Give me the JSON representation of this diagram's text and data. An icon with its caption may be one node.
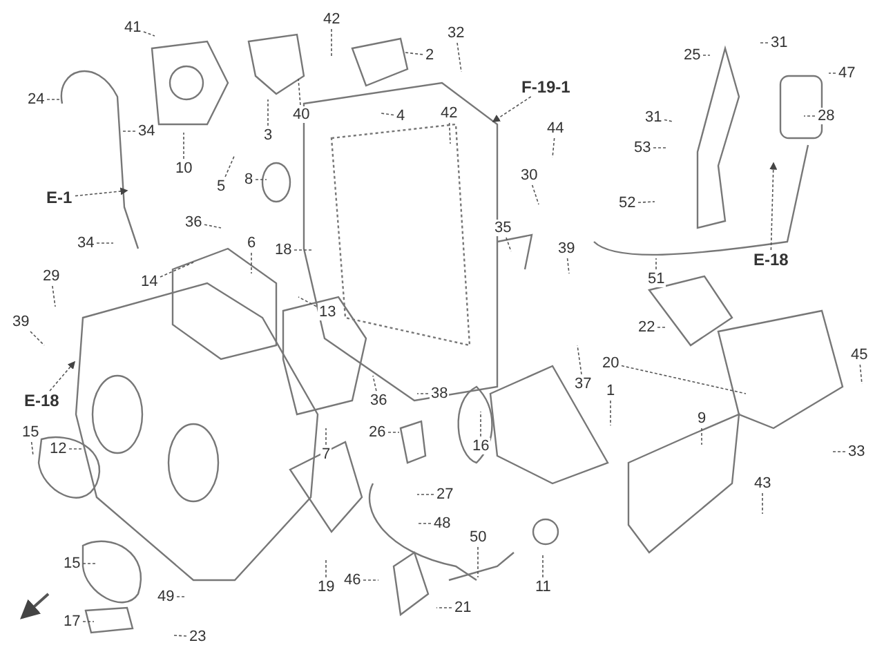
{
  "diagram": {
    "nodes": [
      {
        "text": [
          "41"
        ]
      },
      {
        "text": [
          "42"
        ]
      },
      {
        "text": [
          "2"
        ]
      },
      {
        "text": [
          "32"
        ]
      },
      {
        "text": [
          "25"
        ]
      },
      {
        "text": [
          "31"
        ]
      },
      {
        "text": [
          "47"
        ]
      },
      {
        "text": [
          "F-19-1"
        ]
      },
      {
        "text": [
          "24"
        ]
      },
      {
        "text": [
          "34"
        ]
      },
      {
        "text": [
          "3"
        ]
      },
      {
        "text": [
          "40"
        ]
      },
      {
        "text": [
          "4"
        ]
      },
      {
        "text": [
          "42"
        ]
      },
      {
        "text": [
          "28"
        ]
      },
      {
        "text": [
          "31"
        ]
      },
      {
        "text": [
          "44"
        ]
      },
      {
        "text": [
          "53"
        ]
      },
      {
        "text": [
          "10"
        ]
      },
      {
        "text": [
          "5"
        ]
      },
      {
        "text": [
          "8"
        ]
      },
      {
        "text": [
          "30"
        ]
      },
      {
        "text": [
          "E-1"
        ]
      },
      {
        "text": [
          "52"
        ]
      },
      {
        "text": [
          "35"
        ]
      },
      {
        "text": [
          "36"
        ]
      },
      {
        "text": [
          "6"
        ]
      },
      {
        "text": [
          "18"
        ]
      },
      {
        "text": [
          "34"
        ]
      },
      {
        "text": [
          "39"
        ]
      },
      {
        "text": [
          "E-18"
        ]
      },
      {
        "text": [
          "51"
        ]
      },
      {
        "text": [
          "29"
        ]
      },
      {
        "text": [
          "14"
        ]
      },
      {
        "text": [
          "13"
        ]
      },
      {
        "text": [
          "39"
        ]
      },
      {
        "text": [
          "22"
        ]
      },
      {
        "text": [
          "E-18"
        ]
      },
      {
        "text": [
          "20"
        ]
      },
      {
        "text": [
          "45"
        ]
      },
      {
        "text": [
          "37"
        ]
      },
      {
        "text": [
          "1"
        ]
      },
      {
        "text": [
          "38"
        ]
      },
      {
        "text": [
          "36"
        ]
      },
      {
        "text": [
          "9"
        ]
      },
      {
        "text": [
          "15"
        ]
      },
      {
        "text": [
          "26"
        ]
      },
      {
        "text": [
          "12"
        ]
      },
      {
        "text": [
          "16"
        ]
      },
      {
        "text": [
          "7"
        ]
      },
      {
        "text": [
          "33"
        ]
      },
      {
        "text": [
          "43"
        ]
      },
      {
        "text": [
          "27"
        ]
      },
      {
        "text": [
          "48"
        ]
      },
      {
        "text": [
          "50"
        ]
      },
      {
        "text": [
          "15"
        ]
      },
      {
        "text": [
          "46"
        ]
      },
      {
        "text": [
          "19"
        ]
      },
      {
        "text": [
          "11"
        ]
      },
      {
        "text": [
          "49"
        ]
      },
      {
        "text": [
          "21"
        ]
      },
      {
        "text": [
          "17"
        ]
      },
      {
        "text": [
          "23"
        ]
      }
    ],
    "edges": [
      {
        "from": 0,
        "to": null,
        "arrow": "none"
      },
      {
        "from": 1,
        "to": null,
        "arrow": "none"
      },
      {
        "from": 2,
        "to": null,
        "arrow": "none"
      },
      {
        "from": 3,
        "to": null,
        "arrow": "none"
      },
      {
        "from": 4,
        "to": null,
        "arrow": "none"
      },
      {
        "from": 5,
        "to": null,
        "arrow": "none"
      },
      {
        "from": 6,
        "to": null,
        "arrow": "none"
      },
      {
        "from": 7,
        "to": null,
        "arrow": "to"
      },
      {
        "from": 8,
        "to": null,
        "arrow": "none"
      },
      {
        "from": 9,
        "to": null,
        "arrow": "none"
      },
      {
        "from": 10,
        "to": null,
        "arrow": "none"
      },
      {
        "from": 11,
        "to": null,
        "arrow": "none"
      },
      {
        "from": 12,
        "to": null,
        "arrow": "none"
      },
      {
        "from": 13,
        "to": null,
        "arrow": "none"
      },
      {
        "from": 14,
        "to": null,
        "arrow": "none"
      },
      {
        "from": 15,
        "to": null,
        "arrow": "none"
      },
      {
        "from": 16,
        "to": null,
        "arrow": "none"
      },
      {
        "from": 17,
        "to": null,
        "arrow": "none"
      },
      {
        "from": 18,
        "to": null,
        "arrow": "none"
      },
      {
        "from": 19,
        "to": null,
        "arrow": "none"
      },
      {
        "from": 20,
        "to": null,
        "arrow": "none"
      },
      {
        "from": 21,
        "to": null,
        "arrow": "none"
      },
      {
        "from": 22,
        "to": null,
        "arrow": "to"
      },
      {
        "from": 23,
        "to": null,
        "arrow": "none"
      },
      {
        "from": 24,
        "to": null,
        "arrow": "none"
      },
      {
        "from": 25,
        "to": null,
        "arrow": "none"
      },
      {
        "from": 26,
        "to": null,
        "arrow": "none"
      },
      {
        "from": 27,
        "to": null,
        "arrow": "none"
      },
      {
        "from": 28,
        "to": null,
        "arrow": "none"
      },
      {
        "from": 29,
        "to": null,
        "arrow": "none"
      },
      {
        "from": 30,
        "to": null,
        "arrow": "to"
      },
      {
        "from": 31,
        "to": null,
        "arrow": "none"
      },
      {
        "from": 32,
        "to": null,
        "arrow": "none"
      },
      {
        "from": 33,
        "to": null,
        "arrow": "none"
      },
      {
        "from": 34,
        "to": null,
        "arrow": "none"
      },
      {
        "from": 35,
        "to": null,
        "arrow": "none"
      },
      {
        "from": 36,
        "to": null,
        "arrow": "none"
      },
      {
        "from": 37,
        "to": null,
        "arrow": "to"
      },
      {
        "from": 38,
        "to": null,
        "arrow": "none"
      },
      {
        "from": 39,
        "to": null,
        "arrow": "none"
      },
      {
        "from": 40,
        "to": null,
        "arrow": "none"
      },
      {
        "from": 41,
        "to": null,
        "arrow": "none"
      },
      {
        "from": 42,
        "to": null,
        "arrow": "none"
      },
      {
        "from": 43,
        "to": null,
        "arrow": "none"
      },
      {
        "from": 44,
        "to": null,
        "arrow": "none"
      },
      {
        "from": 45,
        "to": null,
        "arrow": "none"
      },
      {
        "from": 46,
        "to": null,
        "arrow": "none"
      },
      {
        "from": 47,
        "to": null,
        "arrow": "none"
      },
      {
        "from": 48,
        "to": null,
        "arrow": "none"
      },
      {
        "from": 49,
        "to": null,
        "arrow": "none"
      },
      {
        "from": 50,
        "to": null,
        "arrow": "none"
      },
      {
        "from": 51,
        "to": null,
        "arrow": "none"
      },
      {
        "from": 52,
        "to": null,
        "arrow": "none"
      },
      {
        "from": 53,
        "to": null,
        "arrow": "none"
      },
      {
        "from": 54,
        "to": null,
        "arrow": "none"
      },
      {
        "from": 55,
        "to": null,
        "arrow": "none"
      },
      {
        "from": 56,
        "to": null,
        "arrow": "none"
      },
      {
        "from": 57,
        "to": null,
        "arrow": "none"
      },
      {
        "from": 58,
        "to": null,
        "arrow": "none"
      },
      {
        "from": 59,
        "to": null,
        "arrow": "none"
      },
      {
        "from": 60,
        "to": null,
        "arrow": "none"
      },
      {
        "from": 61,
        "to": null,
        "arrow": "none"
      },
      {
        "from": 62,
        "to": null,
        "arrow": "none"
      }
    ]
  }
}
